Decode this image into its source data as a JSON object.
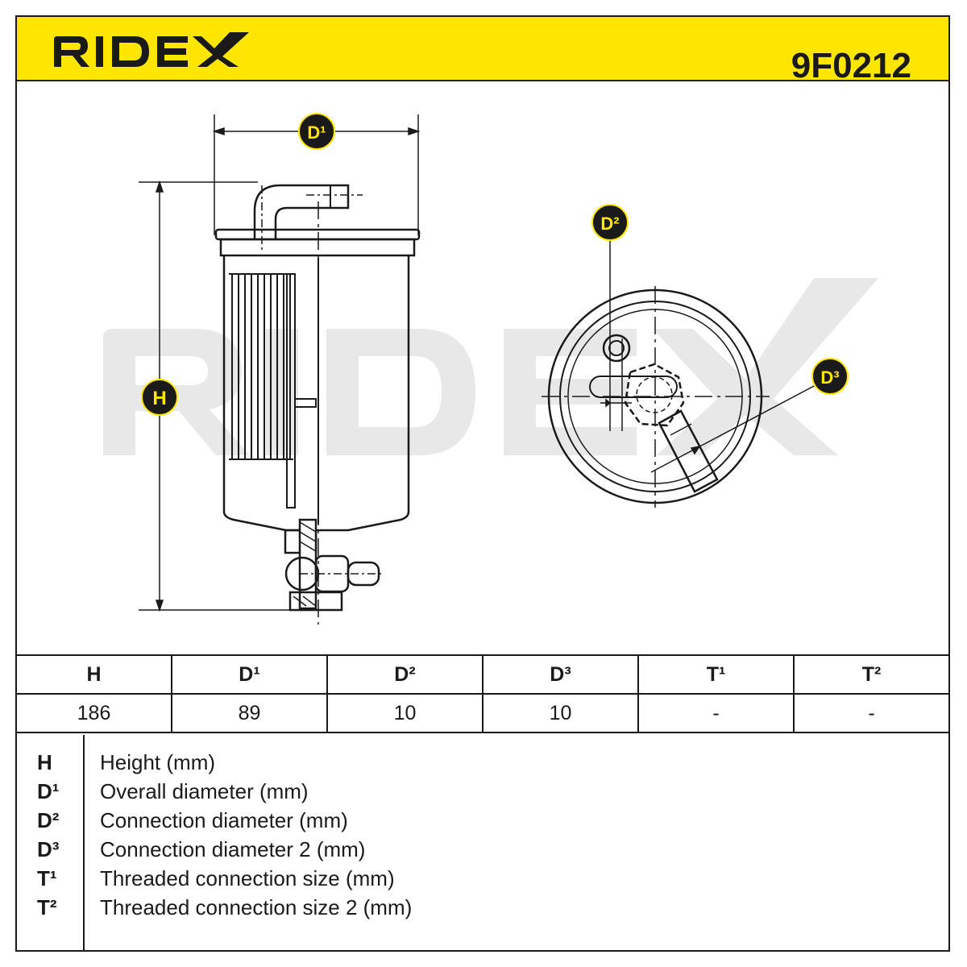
{
  "brand": {
    "name": "RIDEX",
    "accent_color": "#ffe600",
    "part_number": "9F0212"
  },
  "drawing": {
    "labels": {
      "height": "H",
      "d1": "D¹",
      "d2": "D²",
      "d3": "D³"
    },
    "watermark": "RIDEX"
  },
  "spec_table": {
    "headers": [
      "H",
      "D¹",
      "D²",
      "D³",
      "T¹",
      "T²"
    ],
    "values": [
      "186",
      "89",
      "10",
      "10",
      "-",
      "-"
    ]
  },
  "legend": [
    {
      "symbol": "H",
      "description": "Height (mm)"
    },
    {
      "symbol": "D¹",
      "description": "Overall diameter (mm)"
    },
    {
      "symbol": "D²",
      "description": "Connection diameter (mm)"
    },
    {
      "symbol": "D³",
      "description": "Connection diameter 2 (mm)"
    },
    {
      "symbol": "T¹",
      "description": "Threaded connection size (mm)"
    },
    {
      "symbol": "T²",
      "description": "Threaded connection size 2 (mm)"
    }
  ]
}
